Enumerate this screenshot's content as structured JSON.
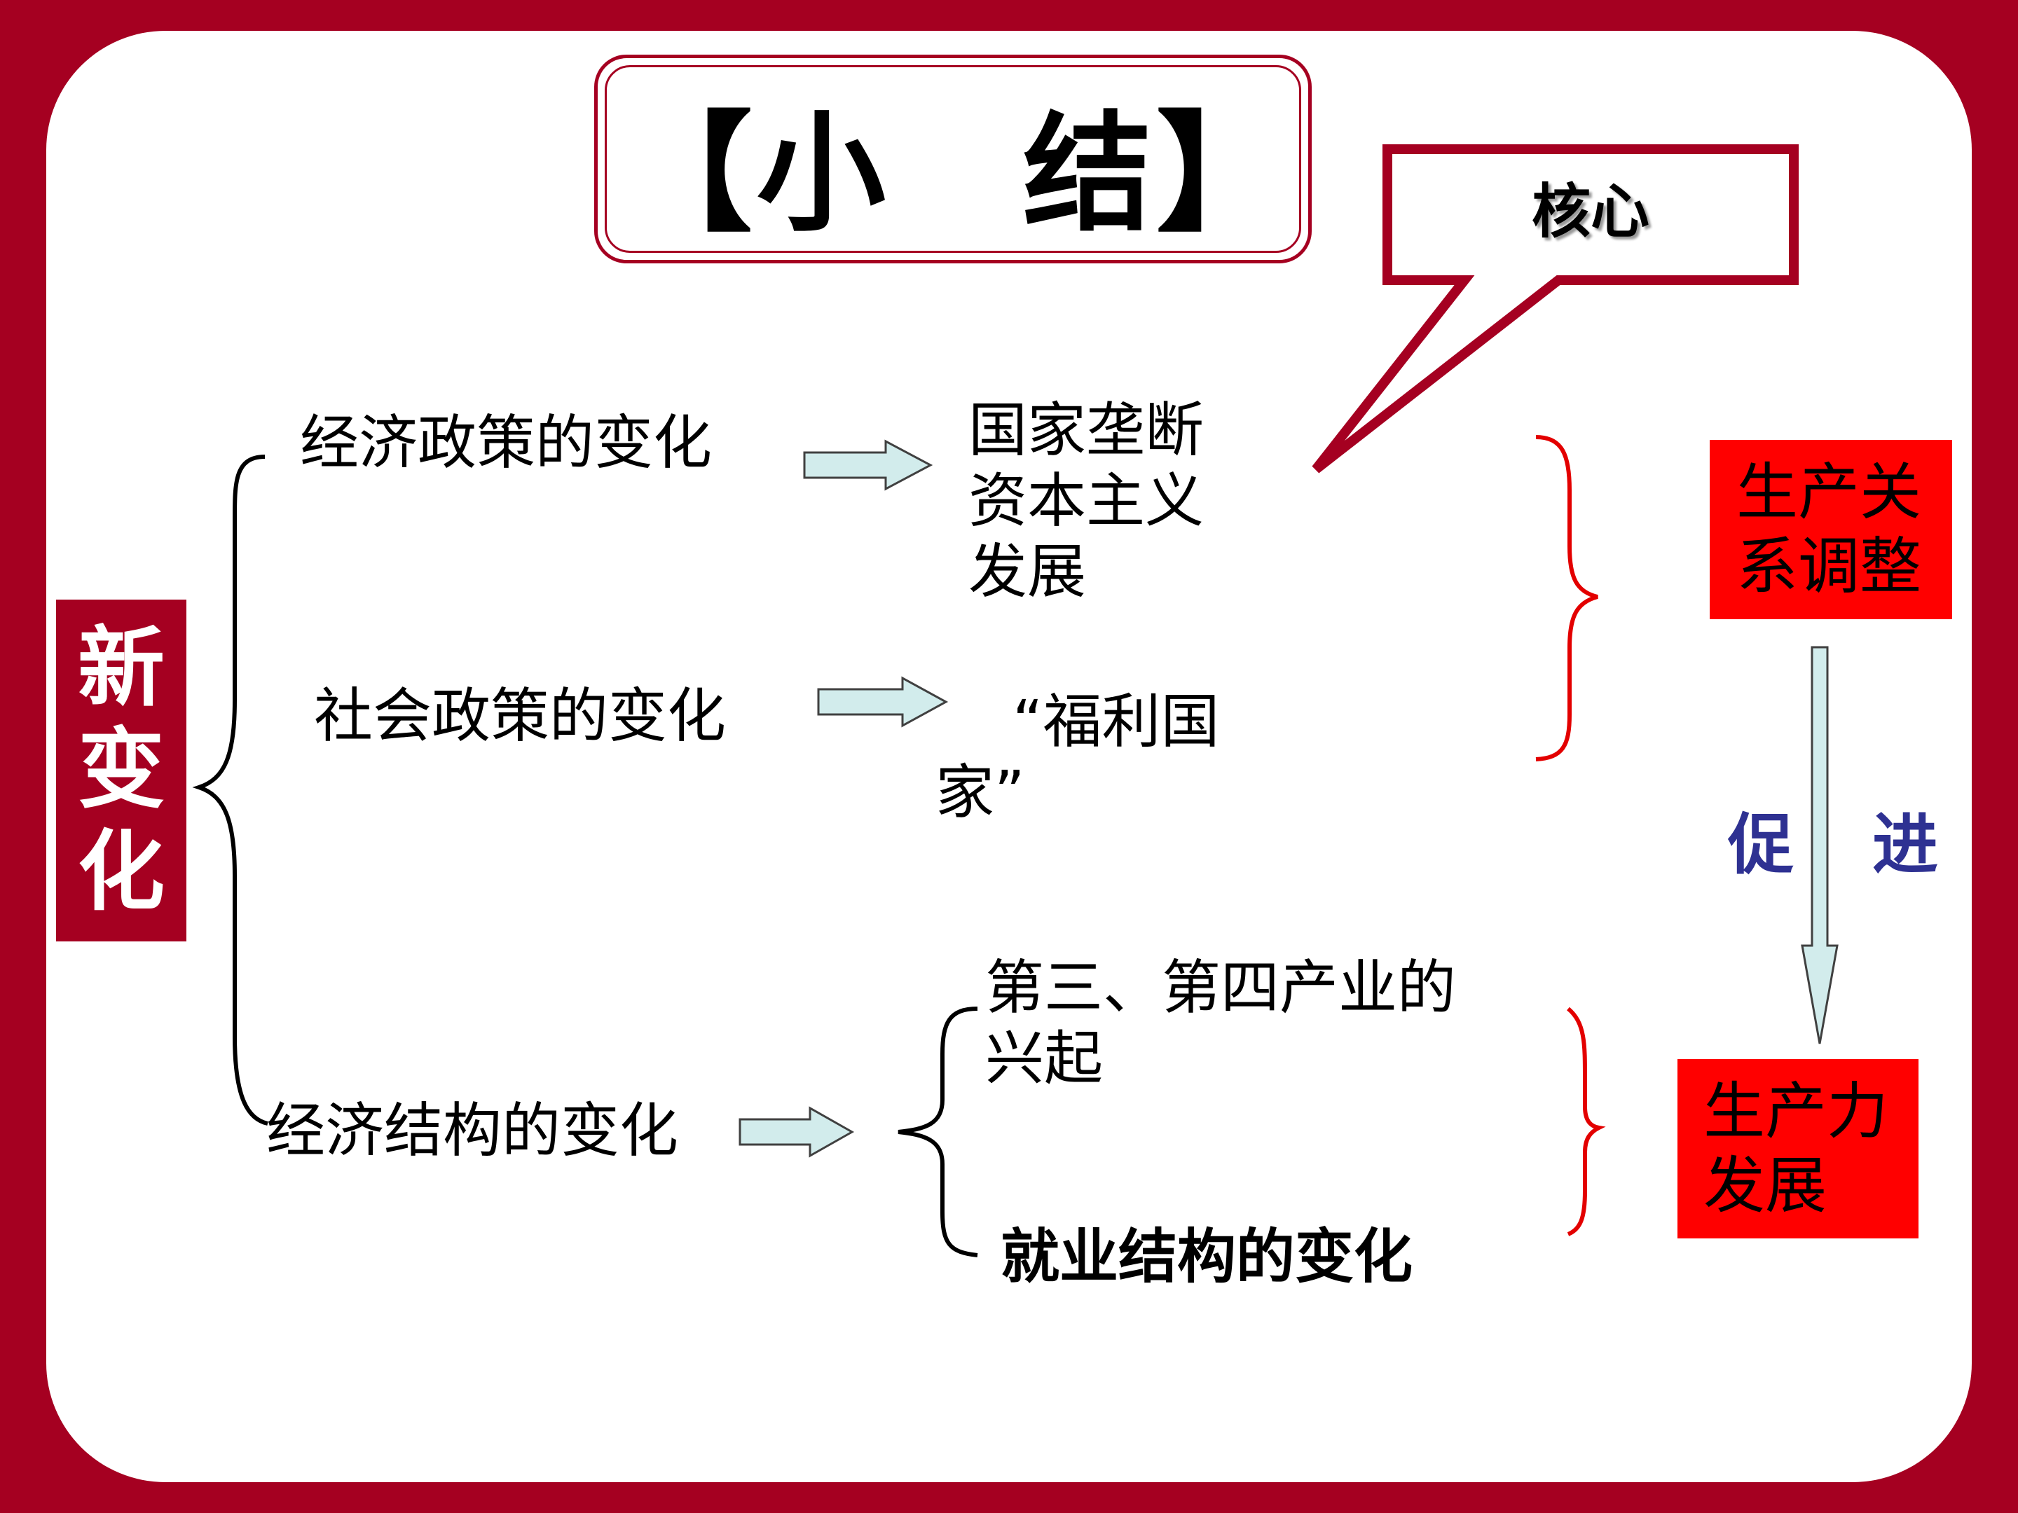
{
  "title": "【小　结】",
  "callout": {
    "label": "核心"
  },
  "root": {
    "label": "新变化"
  },
  "branches": [
    {
      "label": "经济政策的变化",
      "result": "国家垄断资本主义发展"
    },
    {
      "label": "社会政策的变化",
      "result": "“福利国家”"
    },
    {
      "label": "经济结构的变化",
      "results": [
        "第三、第四产业的兴起",
        "就业结构的变化"
      ]
    }
  ],
  "outcomes": {
    "relations": "生产关系调整",
    "promote": [
      "促",
      "进"
    ],
    "productivity": "生产力发展"
  },
  "colors": {
    "frame": "#a50021",
    "outcome_box": "#ff0000",
    "arrow_fill": "#d2ecec",
    "promote_text": "#2e3192",
    "brace_red": "#e30000"
  }
}
